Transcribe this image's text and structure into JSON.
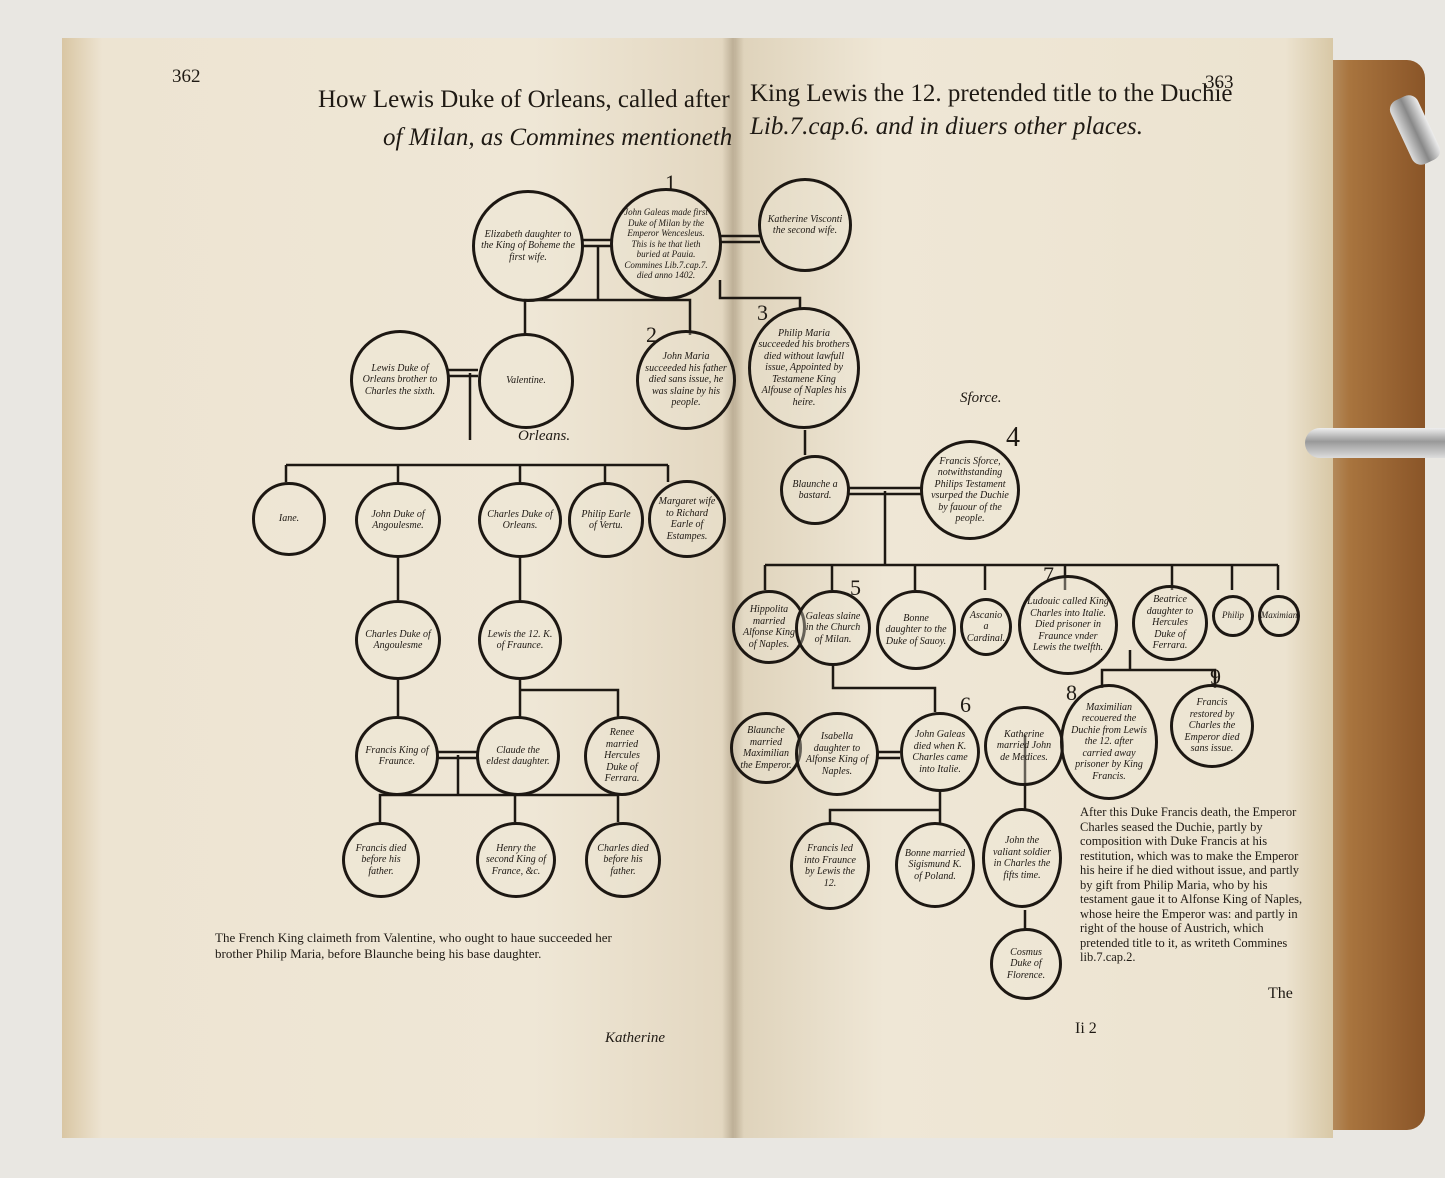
{
  "page_numbers": {
    "left": "362",
    "right": "363"
  },
  "headings": {
    "left_line1": "How Lewis Duke of Orleans, called after",
    "left_line2": "of Milan, as Commines mentioneth",
    "right_line1": "King Lewis the 12. pretended title to the Duchie",
    "right_line2": "Lib.7.cap.6. and in diuers other places."
  },
  "generation_numbers": [
    "1",
    "2",
    "3",
    "4",
    "5",
    "6",
    "7",
    "8",
    "9"
  ],
  "house_labels": {
    "orleans": "Orleans.",
    "sforce": "Sforce."
  },
  "persons": {
    "elizabeth": "Elizabeth daughter to the King of Boheme the first wife.",
    "john_galeas_1": "John Galeas made first Duke of Milan by the Emperor Wencesleus. This is he that lieth buried at Pauia. Commines Lib.7.cap.7. died anno 1402.",
    "katherine_visconti": "Katherine Visconti the second wife.",
    "lewis_orleans": "Lewis Duke of Orleans brother to Charles the sixth.",
    "valentine": "Valentine.",
    "john_maria": "John Maria succeeded his father died sans issue, he was slaine by his people.",
    "philip_maria": "Philip Maria succeeded his brothers died without lawfull issue, Appointed by Testamene King Alfouse of Naples his heire.",
    "blaunche": "Blaunche a bastard.",
    "francis_sforce": "Francis Sforce, notwithstanding Philips Testament vsurped the Duchie by fauour of the people.",
    "jane": "Iane.",
    "john_angoulesme": "John Duke of Angoulesme.",
    "charles_orleans": "Charles Duke of Orleans.",
    "philip_vertu": "Philip Earle of Vertu.",
    "margaret": "Margaret wife to Richard Earle of Estampes.",
    "charles_angoulesme": "Charles Duke of Angoulesme",
    "lewis_12": "Lewis the 12. K. of Fraunce.",
    "francis_king": "Francis King of Fraunce.",
    "claude": "Claude the eldest daughter.",
    "renee": "Renee married Hercules Duke of Ferrara.",
    "francis_died": "Francis died before his father.",
    "henry": "Henry the second King of France, &c.",
    "charles_died": "Charles died before his father.",
    "hippolita": "Hippolita married Alfonse King of Naples.",
    "galeas": "Galeas slaine in the Church of Milan.",
    "bonne": "Bonne daughter to the Duke of Sauoy.",
    "ascanio": "Ascanio a Cardinal.",
    "ludouic": "Ludouic called King Charles into Italie. Died prisoner in Fraunce vnder Lewis the twelfth.",
    "beatrice": "Beatrice daughter to Hercules Duke of Ferrara.",
    "philip": "Philip",
    "maximian": "Maximian",
    "blaunche_2": "Blaunche married Maximilian the Emperor.",
    "isabella": "Isabella daughter to Alfonse King of Naples.",
    "john_galeas_2": "John Galeas died when K. Charles came into Italie.",
    "katherine_medices": "Katherine married John de Medices.",
    "maximilian_sforce": "Maximilian recouered the Duchie from Lewis the 12. after carried away prisoner by King Francis.",
    "francis_restored": "Francis restored by Charles the Emperor died sans issue.",
    "francis_led": "Francis led into Fraunce by Lewis the 12.",
    "bonne_married": "Bonne married Sigismund K. of Poland.",
    "john_valiant": "John the valiant soldier in Charles the fifts time.",
    "cosmus": "Cosmus Duke of Florence."
  },
  "caption_left": "The French King claimeth from Valentine, who ought to haue succeeded her brother Philip Maria, before Blaunche being his base daughter.",
  "note_right": "After this Duke Francis death, the Emperor Charles seased the Duchie, partly by composition with Duke Francis at his restitution, which was to make the Emperor his heire if he died without issue, and partly by gift from Philip Maria, who by his testament gaue it to Alfonse King of Naples, whose heire the Emperor was: and partly in right of the house of Austrich, which pretended title to it, as writeth Commines lib.7.cap.2.",
  "catchword_left": "Katherine",
  "signature_right": "Ii 2",
  "catchword_right": "The"
}
